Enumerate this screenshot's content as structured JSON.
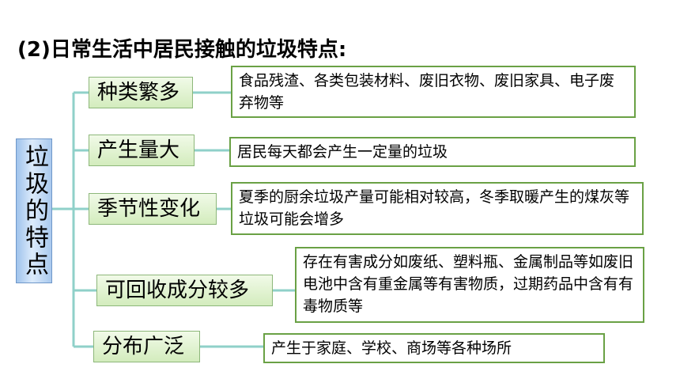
{
  "title": "(2)日常生活中居民接触的垃圾特点:",
  "root": {
    "label": "垃圾的特点"
  },
  "categories": [
    {
      "label": "种类繁多",
      "description": "食品残渣、各类包装材料、废旧衣物、废旧家具、电子废弃物等"
    },
    {
      "label": "产生量大",
      "description": "居民每天都会产生一定量的垃圾"
    },
    {
      "label": "季节性变化",
      "description": "夏季的厨余垃圾产量可能相对较高，冬季取暖产生的煤灰等垃圾可能会增多"
    },
    {
      "label": "可回收成分较多",
      "description": "存在有害成分如废纸、塑料瓶、金属制品等如废旧电池中含有重金属等有害物质，过期药品中含有有毒物质等"
    },
    {
      "label": "分布广泛",
      "description": "产生于家庭、学校、商场等各种场所"
    }
  ],
  "colors": {
    "connector": "#8fd0c9",
    "desc_border": "#6aa145",
    "category_fill": "#d3ecbd",
    "root_fill": "#a9c9ee"
  }
}
